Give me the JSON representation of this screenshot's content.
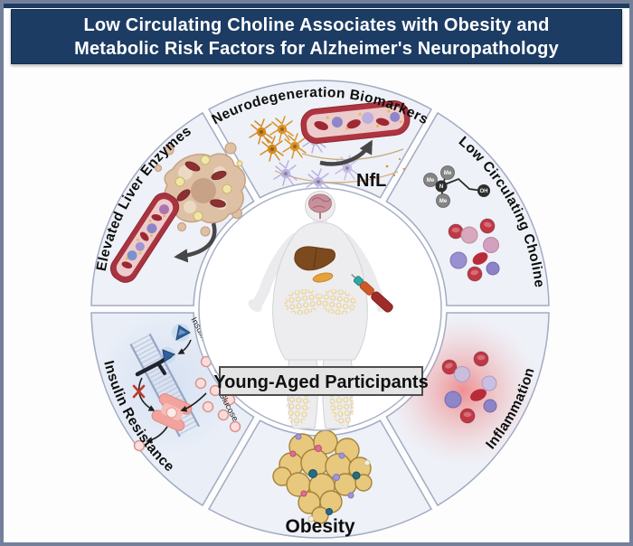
{
  "title": {
    "line1": "Low Circulating Choline Associates with Obesity and",
    "line2": "Metabolic Risk Factors for Alzheimer's Neuropathology"
  },
  "center": {
    "label": "Young-Aged Participants"
  },
  "segments": {
    "neurodegeneration": {
      "label": "Neurodegeneration Biomarkers",
      "biomarker": "NfL"
    },
    "choline": {
      "label": "Low Circulating Choline",
      "molecule": {
        "me1": "Me",
        "me2": "Me",
        "me3": "Me",
        "n": "N",
        "oh": "OH"
      }
    },
    "inflammation": {
      "label": "Inflammation"
    },
    "obesity": {
      "label": "Obesity"
    },
    "insulin_resistance": {
      "label": "Insulin Resistance",
      "insulin_label": "Insulin",
      "glucose_label": "Glucose"
    },
    "liver": {
      "label": "Elevated Liver Enzymes"
    }
  },
  "colors": {
    "banner_bg": "#1c3c63",
    "banner_text": "#ffffff",
    "frame_border": "#74809a",
    "frame_top": "#1e3c60",
    "segment_fill": "#eef1f7",
    "segment_border": "#a3abc2",
    "inflammation_glow": "#ef4040",
    "vessel_wall": "#ae3540",
    "vessel_lumen": "#eccbcd",
    "red_blood_cell": "#c23744",
    "purple_cell": "#8f86c9",
    "pink_cell": "#d8a8bc",
    "adipocyte": "#e7c87c",
    "neuron_orange": "#d4891f",
    "neuron_purple": "#b3a8dd",
    "insulin_blue": "#2f5f9c",
    "transporter_pink": "#f2a39e",
    "glucose_pink": "#fadcdc",
    "liver_organ": "#7c4a1e",
    "brain_pink": "#c8909b",
    "hepatocyte_tan": "#dec1a5"
  }
}
